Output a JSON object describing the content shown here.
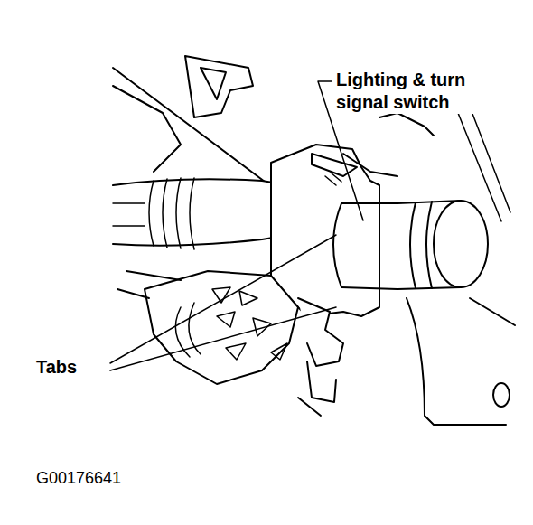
{
  "diagram": {
    "labels": [
      "Lighting & turn signal switch",
      "Tabs",
      "G00176641"
    ]
  }
}
